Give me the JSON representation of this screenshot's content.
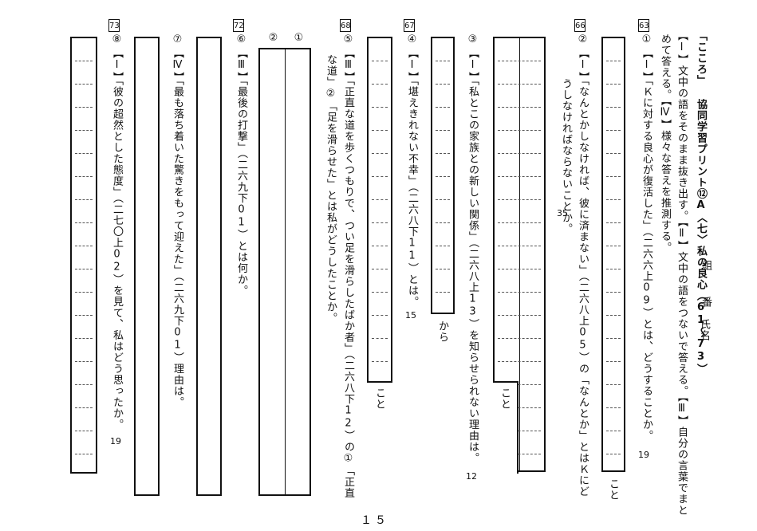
{
  "title": "「こころ」 協同学習プリント⑫A〈七〉私の良心（61～73）",
  "name_fields": {
    "kumi": "組",
    "ban": "番",
    "shimei": "氏名"
  },
  "instructions": {
    "line1": "【Ⅰ】文中の語をそのまま抜き出す。【Ⅱ】文中の語をつないで答える。【Ⅲ】自分の言葉でまと",
    "line2": "めて答える。【Ⅳ】様々な答えを推測する。"
  },
  "questions": [
    {
      "num": "63",
      "label": "①",
      "level": "【Ⅰ】",
      "text": "「Ｋに対する良心が復活した」（二六六上09）とは、どうすることか。",
      "chars": "19",
      "suffix": "こと"
    },
    {
      "num": "66",
      "label": "②",
      "level": "【Ⅰ】",
      "text1": "「なんとかしなければ、彼に済まない」（二六八上05）の「なんとか」とはＫにど",
      "text2": "うしなければならないことか。",
      "chars": "35",
      "suffix": "こと"
    },
    {
      "label": "③",
      "level": "【Ⅰ】",
      "text": "「私とこの家族との新しい関係」（二六八上13）を知らせられない理由は。",
      "chars": "12",
      "suffix": "から"
    },
    {
      "num": "67",
      "label": "④",
      "level": "【Ⅰ】",
      "text": "「堪えきれない不幸」（二六八下11）とは。",
      "chars": "15",
      "suffix": "こと"
    },
    {
      "num": "68",
      "label": "⑤",
      "level": "【Ⅲ】",
      "text1": "「正直な道を歩くつもりで、つい足を滑らしたばか者」（二六八下12）の①「正直",
      "text2": "な道」②「足を滑らせた」とは私がどうしたことか。",
      "sub1": "①",
      "sub2": "②"
    },
    {
      "num": "72",
      "label": "⑥",
      "level": "【Ⅲ】",
      "text": "「最後の打撃」（二六九下01）とは何か。"
    },
    {
      "label": "⑦",
      "level": "【Ⅳ】",
      "text": "「最も落ち着いた驚きをもって迎えた」（二六九下01）理由は。"
    },
    {
      "num": "73",
      "label": "⑧",
      "level": "【Ⅰ】",
      "text": "「彼の超然とした態度」（二七〇上02）を見て、私はどう思ったか。",
      "chars": "19"
    }
  ],
  "page_number": "１５"
}
